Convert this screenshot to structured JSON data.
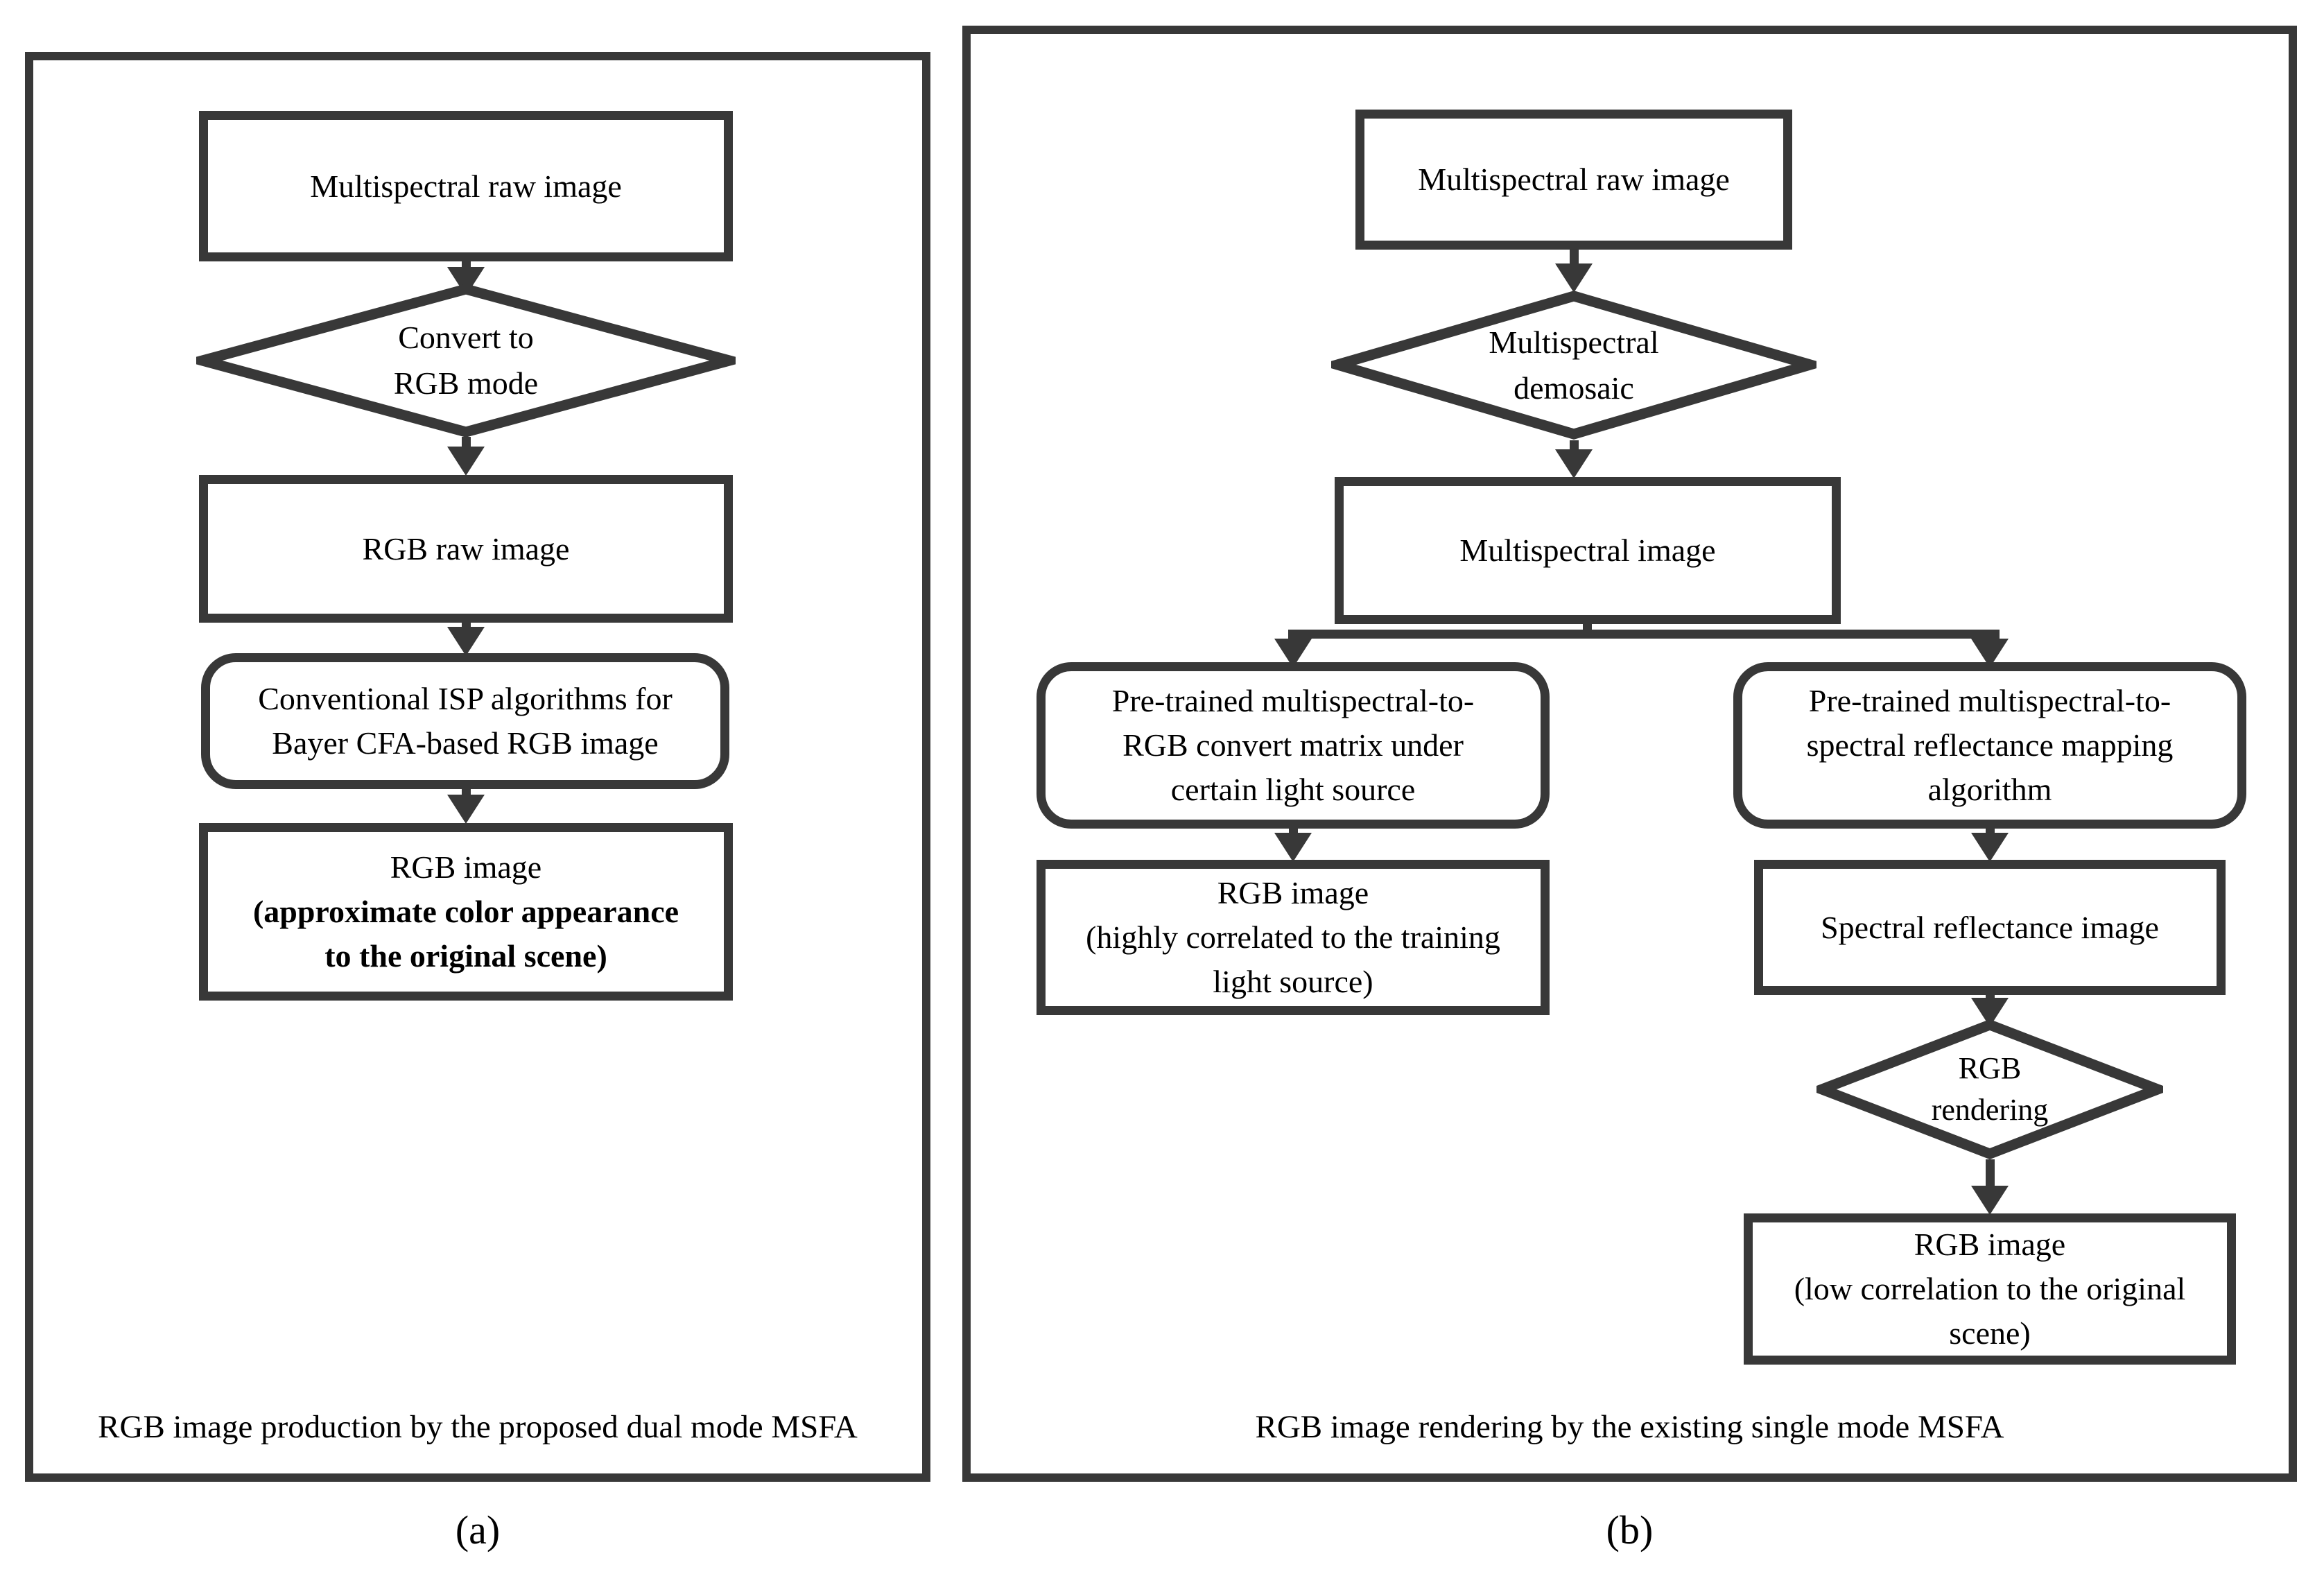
{
  "colors": {
    "line": "#383838",
    "text": "#000000",
    "background": "#ffffff"
  },
  "panel_a": {
    "caption": "RGB image production by the proposed dual mode MSFA",
    "label": "(a)",
    "nodes": {
      "raw": "Multispectral raw image",
      "convert_line1": "Convert to",
      "convert_line2": "RGB mode",
      "rgb_raw": "RGB raw image",
      "isp_line1": "Conventional ISP algorithms for",
      "isp_line2": "Bayer CFA-based RGB image",
      "result_line1": "RGB image",
      "result_line2": "(approximate color appearance",
      "result_line3": "to the original scene)"
    }
  },
  "panel_b": {
    "caption": "RGB image rendering by the existing single mode MSFA",
    "label": "(b)",
    "nodes": {
      "raw": "Multispectral raw image",
      "demosaic_line1": "Multispectral",
      "demosaic_line2": "demosaic",
      "ms_image": "Multispectral image",
      "matrix_line1": "Pre-trained multispectral-to-",
      "matrix_line2": "RGB convert matrix under",
      "matrix_line3": "certain light source",
      "mapping_line1": "Pre-trained multispectral-to-",
      "mapping_line2": "spectral reflectance mapping",
      "mapping_line3": "algorithm",
      "rgb_left_line1": "RGB image",
      "rgb_left_line2": "(highly correlated to the training",
      "rgb_left_line3": "light source)",
      "spectral": "Spectral reflectance image",
      "rendering_line1": "RGB",
      "rendering_line2": "rendering",
      "rgb_right_line1": "RGB image",
      "rgb_right_line2": "(low correlation to the original",
      "rgb_right_line3": "scene)"
    }
  }
}
